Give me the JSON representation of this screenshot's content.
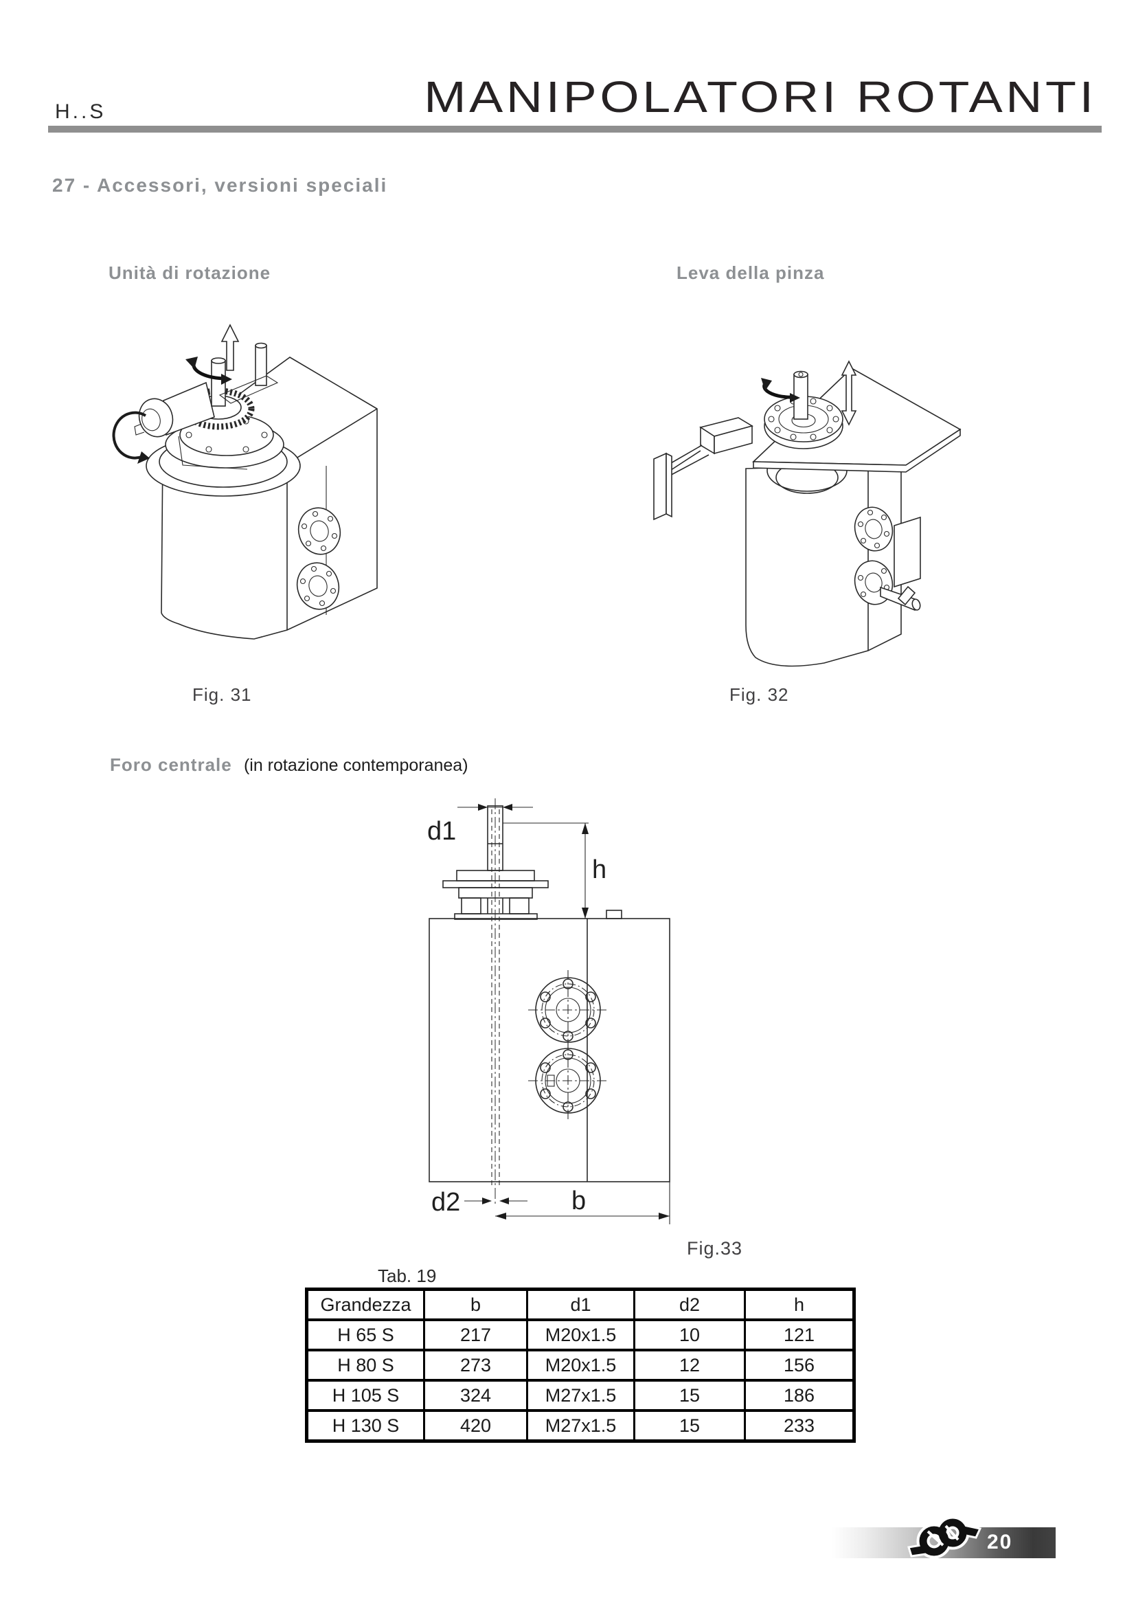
{
  "header": {
    "product_code": "H..S",
    "title": "MANIPOLATORI ROTANTI"
  },
  "section": {
    "title": "27 - Accessori, versioni speciali"
  },
  "columns": {
    "left_heading": "Unità di rotazione",
    "right_heading": "Leva della pinza"
  },
  "figures": {
    "fig31": {
      "caption": "Fig. 31"
    },
    "fig32": {
      "caption": "Fig. 32"
    },
    "fig33": {
      "caption": "Fig.33",
      "dims": {
        "d1": "d1",
        "h": "h",
        "d2": "d2",
        "b": "b"
      }
    }
  },
  "foro": {
    "heading": "Foro centrale",
    "note": "(in rotazione contemporanea)"
  },
  "table": {
    "label": "Tab. 19",
    "headers": [
      "Grandezza",
      "b",
      "d1",
      "d2",
      "h"
    ],
    "rows": [
      [
        "H 65 S",
        "217",
        "M20x1.5",
        "10",
        "121"
      ],
      [
        "H 80 S",
        "273",
        "M20x1.5",
        "12",
        "156"
      ],
      [
        "H 105 S",
        "324",
        "M27x1.5",
        "15",
        "186"
      ],
      [
        "H 130 S",
        "420",
        "M27x1.5",
        "15",
        "233"
      ]
    ]
  },
  "footer": {
    "page_number": "20"
  },
  "colors": {
    "heading_gray": "#8d9093",
    "header_bar_gray": "#8f8f8f",
    "text_black": "#231f20",
    "footer_dark": "#3a3a3a"
  }
}
